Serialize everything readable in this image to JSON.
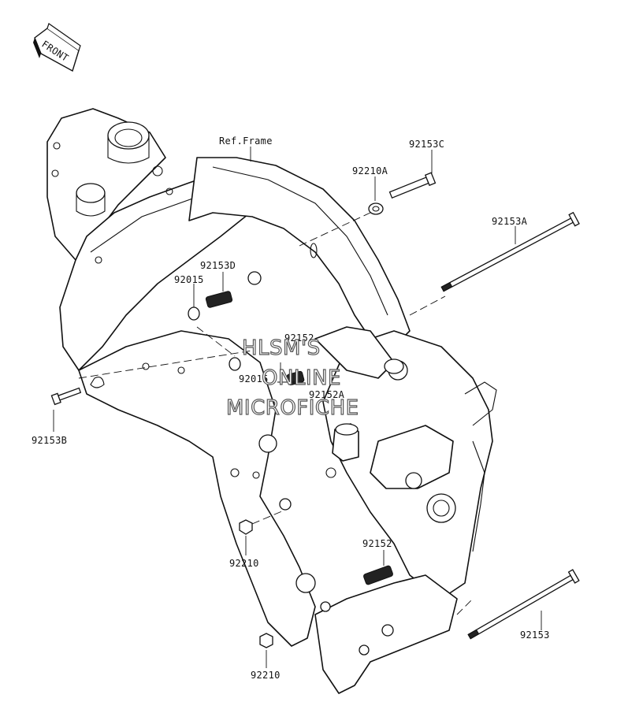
{
  "front_badge": "FRONT",
  "labels": {
    "ref_frame": "Ref.Frame",
    "p92153C": "92153C",
    "p92210A": "92210A",
    "p92153A": "92153A",
    "p92153D": "92153D",
    "p92015_top": "92015",
    "p92152_top": "92152",
    "p92015_mid": "92015",
    "p92152A": "92152A",
    "p92153B": "92153B",
    "p92152": "92152",
    "p92210_mid": "92210",
    "p92153": "92153",
    "p92210_bot": "92210"
  },
  "watermark": {
    "line1": "HLSM'S",
    "line2": "ONLINE",
    "line3": "MICROFICHE"
  }
}
